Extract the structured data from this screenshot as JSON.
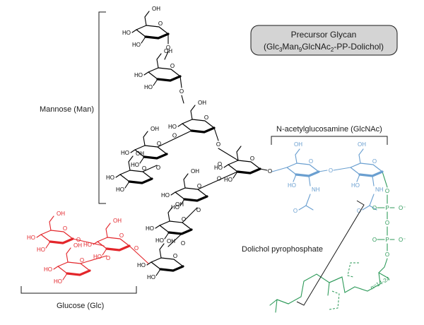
{
  "title_box": {
    "line1": "Precursor Glycan",
    "line2_parts": [
      "(Glc",
      "3",
      "Man",
      "9",
      "GlcNAc",
      "2",
      "-PP-Dolichol)"
    ]
  },
  "labels": {
    "mannose": "Mannose (Man)",
    "glcnac": "N-acetylglucosamine (GlcNAc)",
    "dolichol": "Dolichol pyrophosphate",
    "glucose": "Glucose (Glc)",
    "repeat": "n=14-24"
  },
  "atoms": {
    "OH": "OH",
    "HO": "HO",
    "O": "O",
    "NH": "NH",
    "P": "P",
    "O_minus": "O⁻"
  },
  "colors": {
    "mannose": "#000000",
    "glucose": "#e3262b",
    "glcnac": "#6a9fd0",
    "dolichol": "#2e9a5a",
    "text": "#1a1a1a",
    "title_box_fill": "#d4d4d4"
  }
}
